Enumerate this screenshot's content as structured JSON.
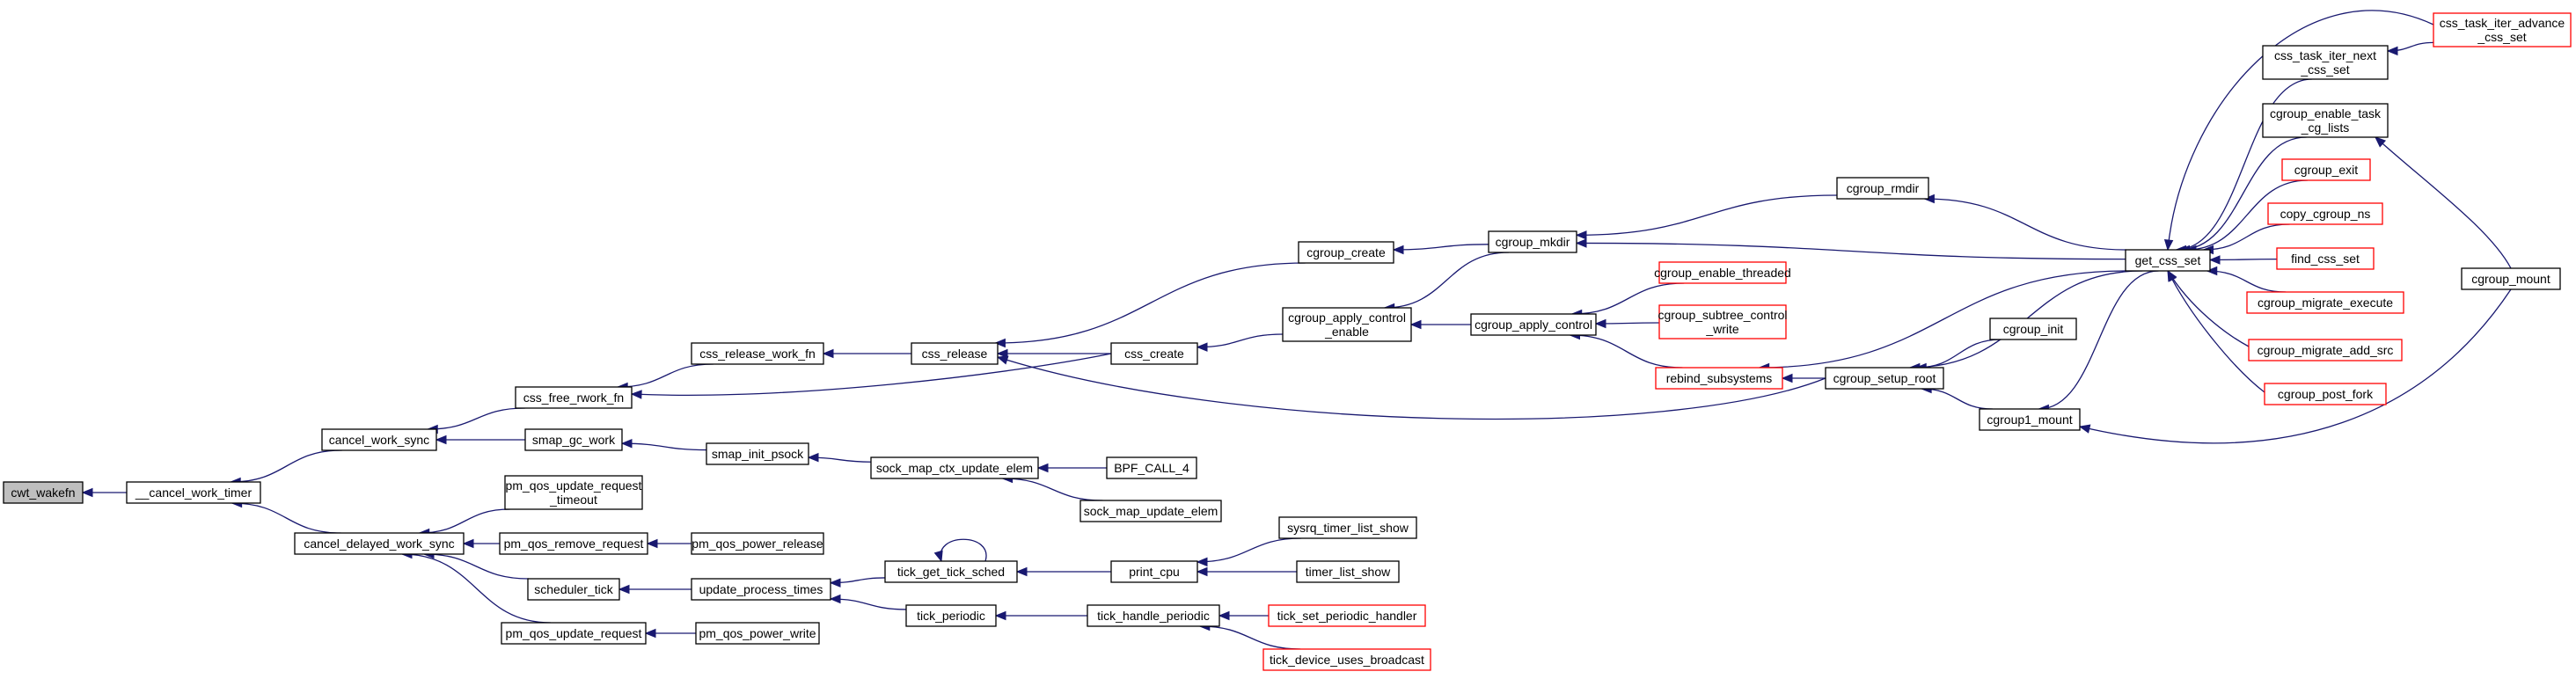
{
  "colors": {
    "edge": "#191970",
    "border": "#000000",
    "red_border": "#ff0000",
    "root_fill": "#bfbfbf",
    "background": "#ffffff"
  },
  "nodes": [
    {
      "id": "cwt_wakefn",
      "lines": [
        "cwt_wakefn"
      ],
      "style": "root"
    },
    {
      "id": "__cancel_work_timer",
      "lines": [
        "__cancel_work_timer"
      ],
      "style": "normal"
    },
    {
      "id": "cancel_work_sync",
      "lines": [
        "cancel_work_sync"
      ],
      "style": "normal"
    },
    {
      "id": "cancel_delayed_work_sync",
      "lines": [
        "cancel_delayed_work_sync"
      ],
      "style": "normal"
    },
    {
      "id": "css_free_rwork_fn",
      "lines": [
        "css_free_rwork_fn"
      ],
      "style": "normal"
    },
    {
      "id": "smap_gc_work",
      "lines": [
        "smap_gc_work"
      ],
      "style": "normal"
    },
    {
      "id": "pm_qos_update_request_timeout",
      "lines": [
        "pm_qos_update_request",
        "_timeout"
      ],
      "style": "normal"
    },
    {
      "id": "pm_qos_remove_request",
      "lines": [
        "pm_qos_remove_request"
      ],
      "style": "normal"
    },
    {
      "id": "scheduler_tick",
      "lines": [
        "scheduler_tick"
      ],
      "style": "normal"
    },
    {
      "id": "pm_qos_update_request",
      "lines": [
        "pm_qos_update_request"
      ],
      "style": "normal"
    },
    {
      "id": "css_release_work_fn",
      "lines": [
        "css_release_work_fn"
      ],
      "style": "normal"
    },
    {
      "id": "smap_init_psock",
      "lines": [
        "smap_init_psock"
      ],
      "style": "normal"
    },
    {
      "id": "pm_qos_power_release",
      "lines": [
        "pm_qos_power_release"
      ],
      "style": "normal"
    },
    {
      "id": "update_process_times",
      "lines": [
        "update_process_times"
      ],
      "style": "normal"
    },
    {
      "id": "pm_qos_power_write",
      "lines": [
        "pm_qos_power_write"
      ],
      "style": "normal"
    },
    {
      "id": "css_release",
      "lines": [
        "css_release"
      ],
      "style": "normal"
    },
    {
      "id": "sock_map_ctx_update_elem",
      "lines": [
        "sock_map_ctx_update_elem"
      ],
      "style": "normal"
    },
    {
      "id": "tick_get_tick_sched",
      "lines": [
        "tick_get_tick_sched"
      ],
      "style": "normal"
    },
    {
      "id": "tick_periodic",
      "lines": [
        "tick_periodic"
      ],
      "style": "normal"
    },
    {
      "id": "css_create",
      "lines": [
        "css_create"
      ],
      "style": "normal"
    },
    {
      "id": "BPF_CALL_4",
      "lines": [
        "BPF_CALL_4"
      ],
      "style": "normal"
    },
    {
      "id": "sock_map_update_elem",
      "lines": [
        "sock_map_update_elem"
      ],
      "style": "normal"
    },
    {
      "id": "print_cpu",
      "lines": [
        "print_cpu"
      ],
      "style": "normal"
    },
    {
      "id": "tick_handle_periodic",
      "lines": [
        "tick_handle_periodic"
      ],
      "style": "normal"
    },
    {
      "id": "cgroup_create",
      "lines": [
        "cgroup_create"
      ],
      "style": "normal"
    },
    {
      "id": "cgroup_apply_control_enable",
      "lines": [
        "cgroup_apply_control",
        "_enable"
      ],
      "style": "normal"
    },
    {
      "id": "sysrq_timer_list_show",
      "lines": [
        "sysrq_timer_list_show"
      ],
      "style": "normal"
    },
    {
      "id": "timer_list_show",
      "lines": [
        "timer_list_show"
      ],
      "style": "normal"
    },
    {
      "id": "tick_set_periodic_handler",
      "lines": [
        "tick_set_periodic_handler"
      ],
      "style": "red"
    },
    {
      "id": "tick_device_uses_broadcast",
      "lines": [
        "tick_device_uses_broadcast"
      ],
      "style": "red"
    },
    {
      "id": "cgroup_mkdir",
      "lines": [
        "cgroup_mkdir"
      ],
      "style": "normal"
    },
    {
      "id": "cgroup_apply_control",
      "lines": [
        "cgroup_apply_control"
      ],
      "style": "normal"
    },
    {
      "id": "cgroup_rmdir",
      "lines": [
        "cgroup_rmdir"
      ],
      "style": "normal"
    },
    {
      "id": "cgroup_enable_threaded",
      "lines": [
        "cgroup_enable_threaded"
      ],
      "style": "red"
    },
    {
      "id": "cgroup_subtree_control_write",
      "lines": [
        "cgroup_subtree_control",
        "_write"
      ],
      "style": "red"
    },
    {
      "id": "rebind_subsystems",
      "lines": [
        "rebind_subsystems"
      ],
      "style": "red"
    },
    {
      "id": "cgroup_setup_root",
      "lines": [
        "cgroup_setup_root"
      ],
      "style": "normal"
    },
    {
      "id": "cgroup_init",
      "lines": [
        "cgroup_init"
      ],
      "style": "normal"
    },
    {
      "id": "cgroup1_mount",
      "lines": [
        "cgroup1_mount"
      ],
      "style": "normal"
    },
    {
      "id": "get_css_set",
      "lines": [
        "get_css_set"
      ],
      "style": "normal"
    },
    {
      "id": "css_task_iter_next_css_set",
      "lines": [
        "css_task_iter_next",
        "_css_set"
      ],
      "style": "normal"
    },
    {
      "id": "cgroup_enable_task_cg_lists",
      "lines": [
        "cgroup_enable_task",
        "_cg_lists"
      ],
      "style": "normal"
    },
    {
      "id": "cgroup_exit",
      "lines": [
        "cgroup_exit"
      ],
      "style": "red"
    },
    {
      "id": "copy_cgroup_ns",
      "lines": [
        "copy_cgroup_ns"
      ],
      "style": "red"
    },
    {
      "id": "find_css_set",
      "lines": [
        "find_css_set"
      ],
      "style": "red"
    },
    {
      "id": "cgroup_migrate_execute",
      "lines": [
        "cgroup_migrate_execute"
      ],
      "style": "red"
    },
    {
      "id": "cgroup_migrate_add_src",
      "lines": [
        "cgroup_migrate_add_src"
      ],
      "style": "red"
    },
    {
      "id": "cgroup_post_fork",
      "lines": [
        "cgroup_post_fork"
      ],
      "style": "red"
    },
    {
      "id": "css_task_iter_advance_css_set",
      "lines": [
        "css_task_iter_advance",
        "_css_set"
      ],
      "style": "red"
    },
    {
      "id": "cgroup_mount",
      "lines": [
        "cgroup_mount"
      ],
      "style": "normal"
    }
  ],
  "edges": [
    {
      "from": "cwt_wakefn",
      "to": "__cancel_work_timer"
    },
    {
      "from": "__cancel_work_timer",
      "to": "cancel_work_sync"
    },
    {
      "from": "__cancel_work_timer",
      "to": "cancel_delayed_work_sync"
    },
    {
      "from": "cancel_work_sync",
      "to": "css_free_rwork_fn"
    },
    {
      "from": "cancel_work_sync",
      "to": "smap_gc_work"
    },
    {
      "from": "cancel_delayed_work_sync",
      "to": "pm_qos_update_request_timeout"
    },
    {
      "from": "cancel_delayed_work_sync",
      "to": "pm_qos_remove_request"
    },
    {
      "from": "cancel_delayed_work_sync",
      "to": "scheduler_tick"
    },
    {
      "from": "cancel_delayed_work_sync",
      "to": "pm_qos_update_request"
    },
    {
      "from": "css_free_rwork_fn",
      "to": "css_release_work_fn"
    },
    {
      "from": "css_free_rwork_fn",
      "to": "css_create"
    },
    {
      "from": "smap_gc_work",
      "to": "smap_init_psock"
    },
    {
      "from": "pm_qos_remove_request",
      "to": "pm_qos_power_release"
    },
    {
      "from": "scheduler_tick",
      "to": "update_process_times"
    },
    {
      "from": "pm_qos_update_request",
      "to": "pm_qos_power_write"
    },
    {
      "from": "css_release_work_fn",
      "to": "css_release"
    },
    {
      "from": "smap_init_psock",
      "to": "sock_map_ctx_update_elem"
    },
    {
      "from": "update_process_times",
      "to": "tick_get_tick_sched"
    },
    {
      "from": "update_process_times",
      "to": "tick_periodic"
    },
    {
      "from": "css_release",
      "to": "cgroup_create"
    },
    {
      "from": "css_release",
      "to": "css_create"
    },
    {
      "from": "css_release",
      "to": "cgroup_setup_root"
    },
    {
      "from": "sock_map_ctx_update_elem",
      "to": "BPF_CALL_4"
    },
    {
      "from": "sock_map_ctx_update_elem",
      "to": "sock_map_update_elem"
    },
    {
      "from": "tick_get_tick_sched",
      "to": "tick_get_tick_sched"
    },
    {
      "from": "tick_get_tick_sched",
      "to": "print_cpu"
    },
    {
      "from": "tick_periodic",
      "to": "tick_handle_periodic"
    },
    {
      "from": "css_create",
      "to": "cgroup_apply_control_enable"
    },
    {
      "from": "print_cpu",
      "to": "sysrq_timer_list_show"
    },
    {
      "from": "print_cpu",
      "to": "timer_list_show"
    },
    {
      "from": "tick_handle_periodic",
      "to": "tick_set_periodic_handler"
    },
    {
      "from": "tick_handle_periodic",
      "to": "tick_device_uses_broadcast"
    },
    {
      "from": "cgroup_create",
      "to": "cgroup_mkdir"
    },
    {
      "from": "cgroup_apply_control_enable",
      "to": "cgroup_mkdir"
    },
    {
      "from": "cgroup_apply_control_enable",
      "to": "cgroup_apply_control"
    },
    {
      "from": "cgroup_mkdir",
      "to": "cgroup_rmdir"
    },
    {
      "from": "cgroup_mkdir",
      "to": "get_css_set"
    },
    {
      "from": "cgroup_apply_control",
      "to": "cgroup_enable_threaded"
    },
    {
      "from": "cgroup_apply_control",
      "to": "cgroup_subtree_control_write"
    },
    {
      "from": "cgroup_apply_control",
      "to": "rebind_subsystems"
    },
    {
      "from": "cgroup_rmdir",
      "to": "get_css_set"
    },
    {
      "from": "rebind_subsystems",
      "to": "cgroup_setup_root"
    },
    {
      "from": "rebind_subsystems",
      "to": "get_css_set"
    },
    {
      "from": "cgroup_setup_root",
      "to": "cgroup_init"
    },
    {
      "from": "cgroup_setup_root",
      "to": "cgroup1_mount"
    },
    {
      "from": "cgroup_setup_root",
      "to": "get_css_set"
    },
    {
      "from": "cgroup1_mount",
      "to": "get_css_set"
    },
    {
      "from": "cgroup1_mount",
      "to": "cgroup_mount"
    },
    {
      "from": "get_css_set",
      "to": "css_task_iter_next_css_set"
    },
    {
      "from": "get_css_set",
      "to": "cgroup_enable_task_cg_lists"
    },
    {
      "from": "get_css_set",
      "to": "cgroup_exit"
    },
    {
      "from": "get_css_set",
      "to": "copy_cgroup_ns"
    },
    {
      "from": "get_css_set",
      "to": "find_css_set"
    },
    {
      "from": "get_css_set",
      "to": "cgroup_migrate_execute"
    },
    {
      "from": "get_css_set",
      "to": "cgroup_migrate_add_src"
    },
    {
      "from": "get_css_set",
      "to": "cgroup_post_fork"
    },
    {
      "from": "get_css_set",
      "to": "css_task_iter_advance_css_set"
    },
    {
      "from": "css_task_iter_next_css_set",
      "to": "css_task_iter_advance_css_set"
    },
    {
      "from": "cgroup_enable_task_cg_lists",
      "to": "cgroup_mount"
    }
  ]
}
